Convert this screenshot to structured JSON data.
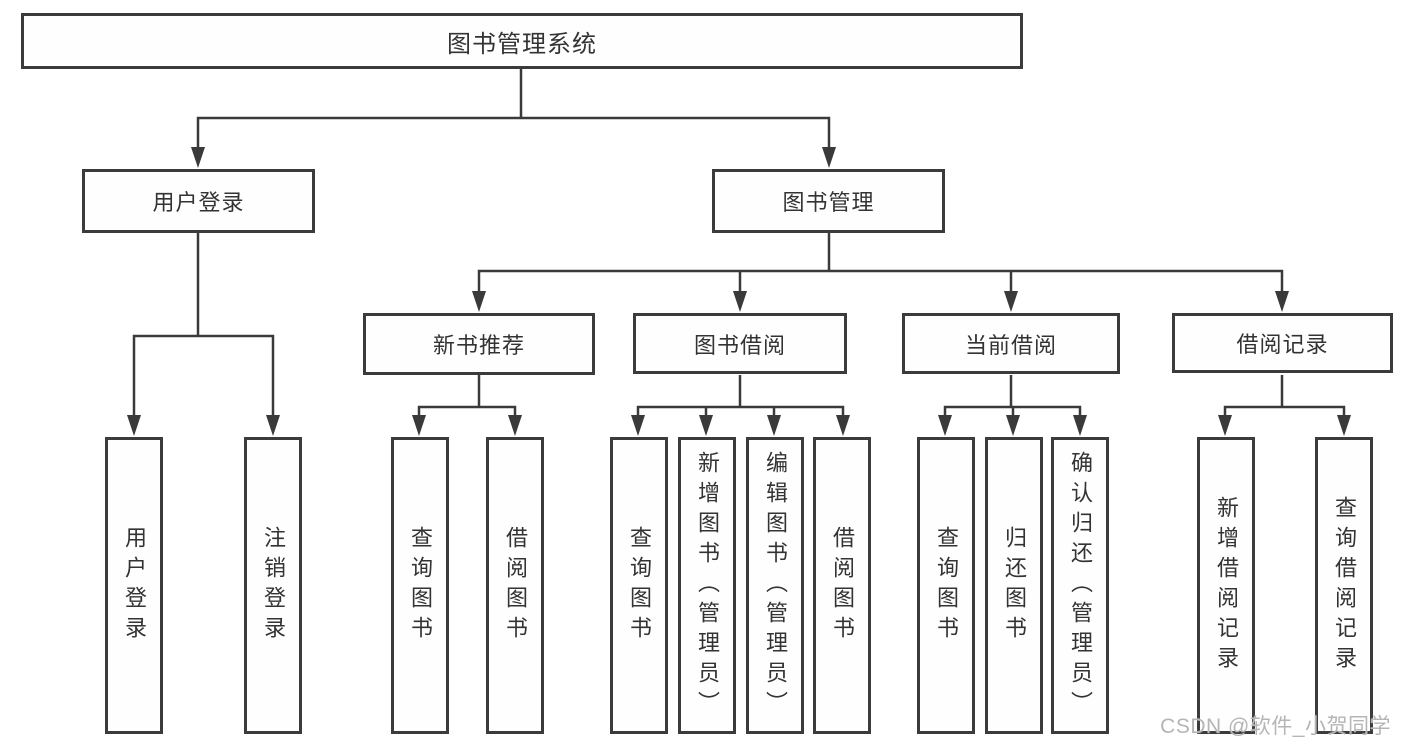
{
  "diagram": {
    "root": {
      "id": "library-management-system",
      "label": "图书管理系统"
    },
    "level2": [
      {
        "id": "user-login",
        "label": "用户登录",
        "parent": "library-management-system"
      },
      {
        "id": "book-management",
        "label": "图书管理",
        "parent": "library-management-system"
      }
    ],
    "level3": [
      {
        "id": "new-book-recommend",
        "label": "新书推荐",
        "parent": "book-management"
      },
      {
        "id": "book-borrow",
        "label": "图书借阅",
        "parent": "book-management"
      },
      {
        "id": "current-borrow",
        "label": "当前借阅",
        "parent": "book-management"
      },
      {
        "id": "borrow-records",
        "label": "借阅记录",
        "parent": "book-management"
      }
    ],
    "leaves": {
      "login": [
        {
          "label": "用户登录",
          "parent": "user-login"
        },
        {
          "label": "注销登录",
          "parent": "user-login"
        }
      ],
      "recommend": [
        {
          "label": "查询图书",
          "parent": "new-book-recommend"
        },
        {
          "label": "借阅图书",
          "parent": "new-book-recommend"
        }
      ],
      "borrow": [
        {
          "label": "查询图书",
          "parent": "book-borrow"
        },
        {
          "label": "新增图书（管理员）",
          "parent": "book-borrow"
        },
        {
          "label": "编辑图书（管理员）",
          "parent": "book-borrow"
        },
        {
          "label": "借阅图书",
          "parent": "book-borrow"
        }
      ],
      "current": [
        {
          "label": "查询图书",
          "parent": "current-borrow"
        },
        {
          "label": "归还图书",
          "parent": "current-borrow"
        },
        {
          "label": "确认归还（管理员）",
          "parent": "current-borrow"
        }
      ],
      "records": [
        {
          "label": "新增借阅记录",
          "parent": "borrow-records"
        },
        {
          "label": "查询借阅记录",
          "parent": "borrow-records"
        }
      ]
    }
  },
  "watermark": {
    "text": "CSDN @软件_小贺同学"
  },
  "colors": {
    "line": "#3a3a3a",
    "box_border": "#3b3b3b",
    "text": "#333333",
    "watermark": "#b5b5b5",
    "background": "#ffffff"
  }
}
